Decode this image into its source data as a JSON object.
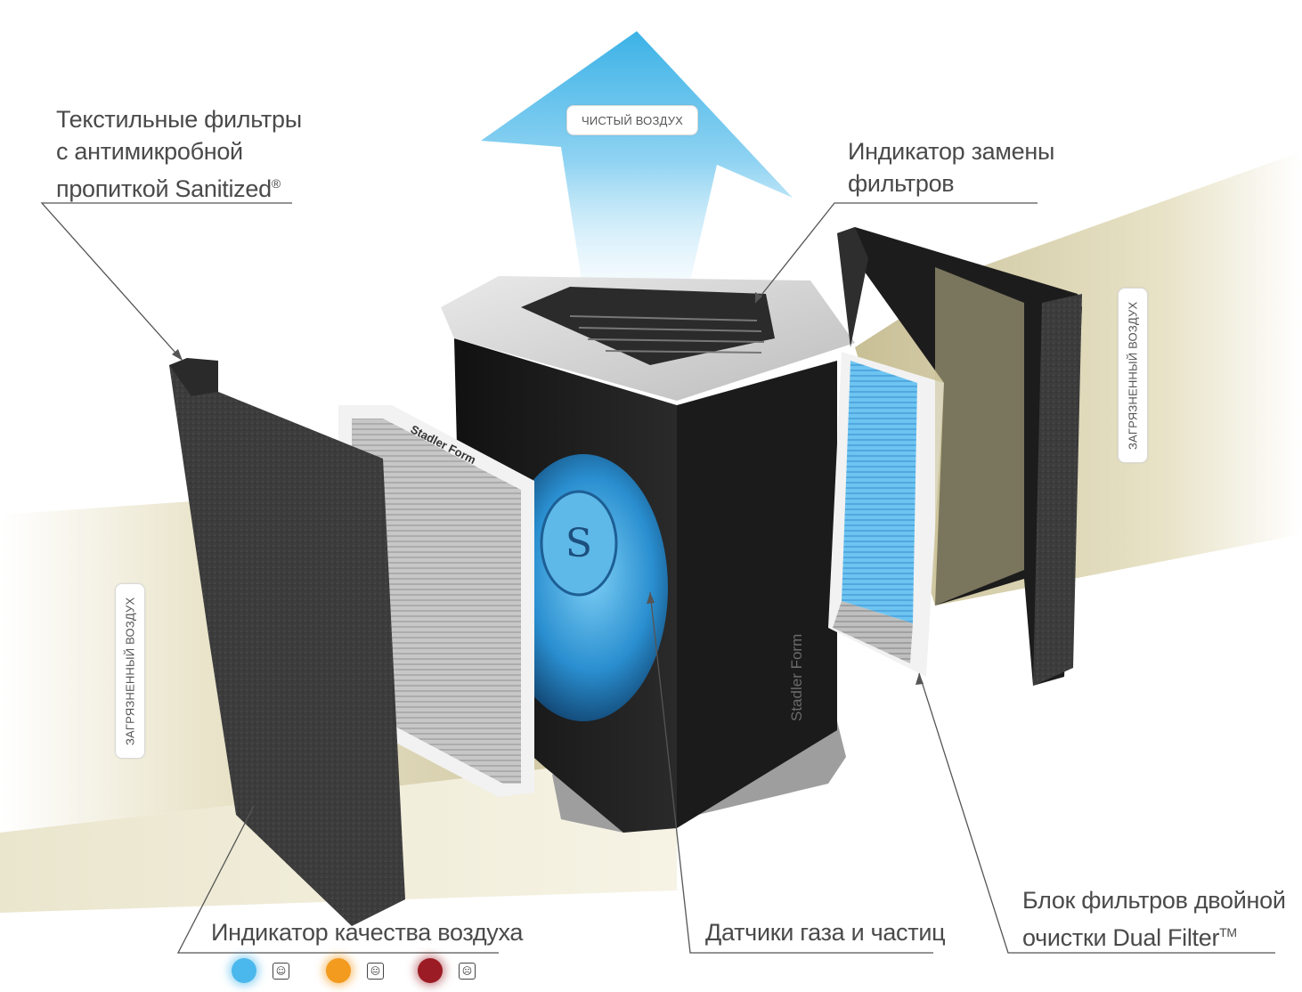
{
  "labels": {
    "textile_filters": [
      "Текстильные фильтры",
      "с антимикробной",
      "пропиткой Sanitized"
    ],
    "registered_mark": "®",
    "filter_change": [
      "Индикатор замены",
      "фильтров"
    ],
    "air_quality": "Индикатор качества воздуха",
    "gas_sensors": "Датчики газа и частиц",
    "dual_filter": [
      "Блок фильтров двойной",
      "очистки Dual Filter"
    ],
    "trademark": "TM"
  },
  "pills": {
    "clean_air": "ЧИСТЫЙ ВОЗДУХ",
    "dirty_air_left": "ЗАГРЯЗНЕННЫЙ ВОЗДУХ",
    "dirty_air_right": "ЗАГРЯЗНЕННЫЙ ВОЗДУХ"
  },
  "brand": "Stadler Form",
  "fan_logo": "S",
  "quality_levels": [
    {
      "state": "good",
      "color": "#4ab8ec",
      "face": "☺"
    },
    {
      "state": "moderate",
      "color": "#f29b1f",
      "face": "😐"
    },
    {
      "state": "poor",
      "color": "#9b1c24",
      "face": "☹"
    }
  ],
  "colors": {
    "dirty_air": "#c9bf94",
    "clean_air": "#53bde8",
    "text": "#4a4a4a",
    "leader_line": "#555555"
  }
}
